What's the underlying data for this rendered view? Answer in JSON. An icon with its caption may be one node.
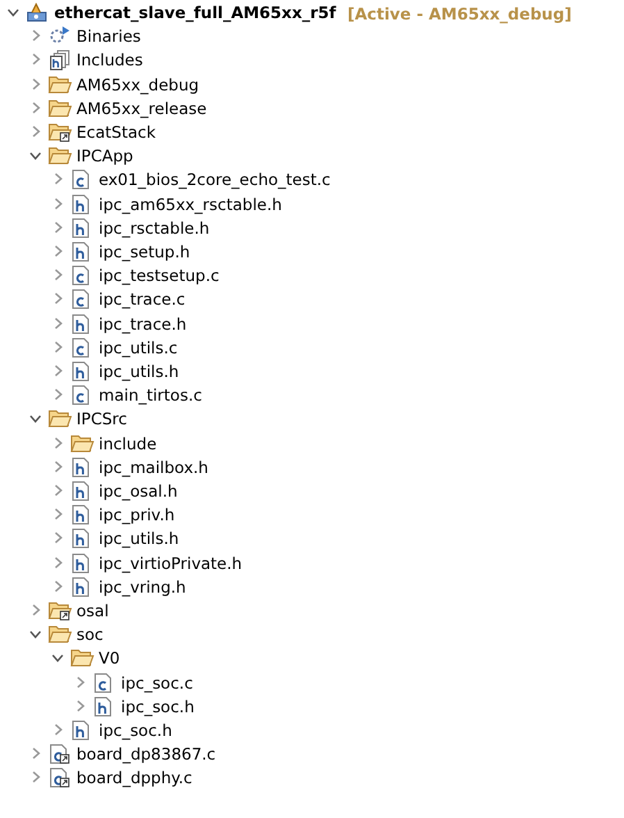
{
  "diagram": {
    "labels": [
      "ethercat_slave_full_AM65xx_r5f",
      "[Active - AM65xx_debug]",
      "Binaries",
      "Includes",
      "AM65xx_debug",
      "AM65xx_release",
      "EcatStack",
      "IPCApp",
      "ex01_bios_2core_echo_test.c",
      "ipc_am65xx_rsctable.h",
      "ipc_rsctable.h",
      "ipc_setup.h",
      "ipc_testsetup.c",
      "ipc_trace.c",
      "ipc_trace.h",
      "ipc_utils.c",
      "ipc_utils.h",
      "main_tirtos.c",
      "IPCSrc",
      "include",
      "ipc_mailbox.h",
      "ipc_osal.h",
      "ipc_priv.h",
      "ipc_utils.h",
      "ipc_virtioPrivate.h",
      "ipc_vring.h",
      "osal",
      "soc",
      "V0",
      "ipc_soc.c",
      "ipc_soc.h",
      "ipc_soc.h",
      "board_dp83867.c",
      "board_dpphy.c"
    ]
  }
}
